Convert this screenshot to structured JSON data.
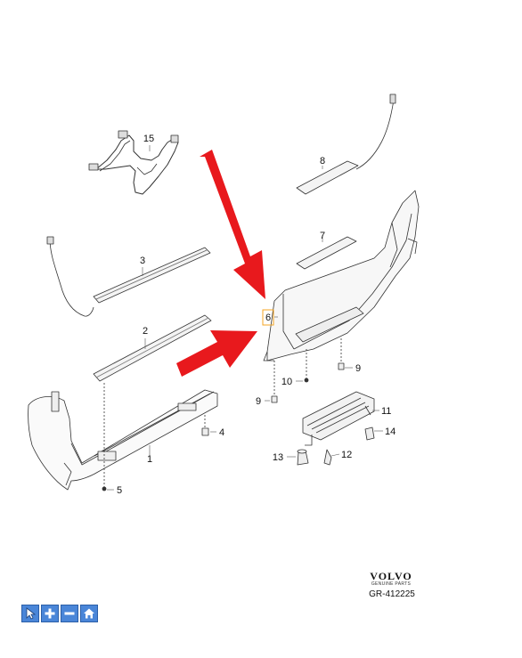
{
  "diagram": {
    "callouts": [
      "1",
      "2",
      "3",
      "4",
      "5",
      "6",
      "7",
      "8",
      "9",
      "9",
      "10",
      "11",
      "12",
      "13",
      "14",
      "15"
    ]
  },
  "brand": {
    "name": "VOLVO",
    "subtitle": "GENUINE PARTS"
  },
  "reference": "GR-412225",
  "toolbar": {
    "buttons": [
      {
        "icon": "cursor-icon"
      },
      {
        "icon": "plus-icon"
      },
      {
        "icon": "minus-icon"
      },
      {
        "icon": "home-icon"
      }
    ]
  },
  "colors": {
    "arrow": "#e8191d",
    "highlight": "#f5a623",
    "toolbar": "#4a86d8"
  }
}
